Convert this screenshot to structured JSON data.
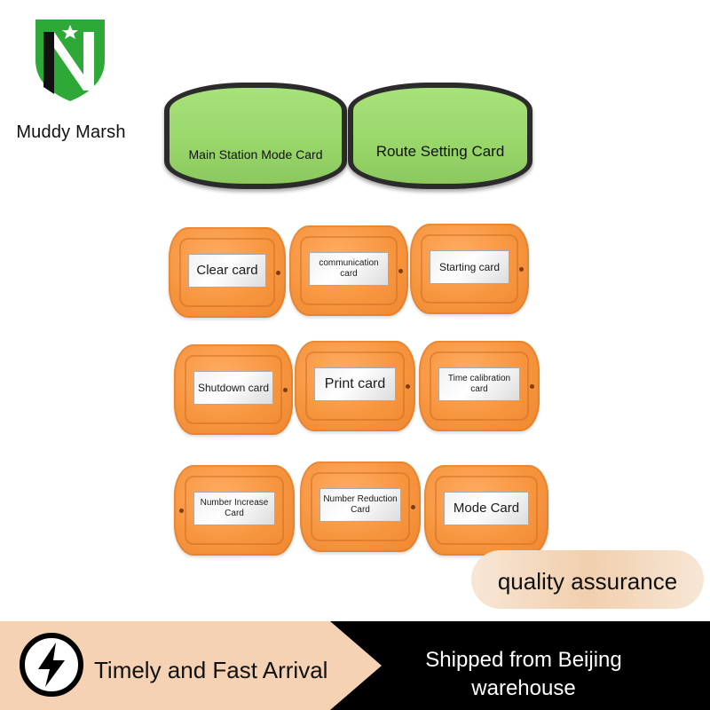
{
  "brand": {
    "name": "Muddy Marsh",
    "logo_icon": "shield-n-star-icon",
    "colors": {
      "logo_green": "#2ea836",
      "logo_black": "#111111"
    }
  },
  "green_cards": [
    {
      "label": "Main Station Mode Card"
    },
    {
      "label": "Route Setting Card"
    }
  ],
  "orange_cards": [
    {
      "label": "Clear card"
    },
    {
      "label": "communication card"
    },
    {
      "label": "Starting card"
    },
    {
      "label": "Shutdown card"
    },
    {
      "label": "Print card"
    },
    {
      "label": "Time calibration card"
    },
    {
      "label": "Number Increase Card"
    },
    {
      "label": "Number Reduction Card"
    },
    {
      "label": "Mode Card"
    }
  ],
  "badge": {
    "quality": "quality assurance"
  },
  "footer": {
    "icon": "lightning-icon",
    "left_text": "Timely and Fast Arrival",
    "right_text": "Shipped from Beijing warehouse",
    "colors": {
      "band": "#f5d2b3",
      "bar": "#000000"
    }
  }
}
